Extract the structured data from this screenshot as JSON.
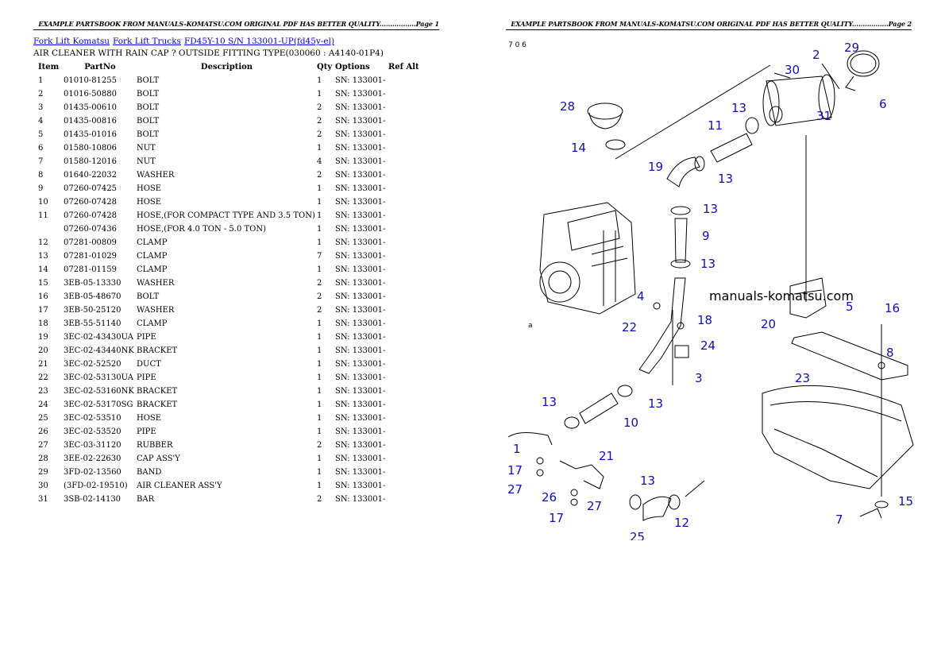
{
  "header_text": "EXAMPLE PARTSBOOK FROM MANUALS-KOMATSU.COM ORIGINAL PDF HAS BETTER QUALITY.................",
  "page1_label": "Page 1",
  "page2_label": "Page 2",
  "breadcrumb": [
    "Fork Lift Komatsu",
    "Fork Lift Trucks",
    "FD45Y-10 S/N 133001-UP(fd45y-el)"
  ],
  "subtitle": "AIR CLEANER WITH RAIN CAP ? OUTSIDE FITTING TYPE(030060 : A4140-01P4)",
  "columns": [
    "Item",
    "PartNo",
    "Description",
    "Qty",
    "Options",
    "Ref Alt"
  ],
  "rows": [
    [
      "1",
      "01010-81255",
      "BOLT",
      "1",
      "SN: 133001-",
      ""
    ],
    [
      "2",
      "01016-50880",
      "BOLT",
      "1",
      "SN: 133001-",
      ""
    ],
    [
      "3",
      "01435-00610",
      "BOLT",
      "2",
      "SN: 133001-",
      ""
    ],
    [
      "4",
      "01435-00816",
      "BOLT",
      "2",
      "SN: 133001-",
      ""
    ],
    [
      "5",
      "01435-01016",
      "BOLT",
      "2",
      "SN: 133001-",
      ""
    ],
    [
      "6",
      "01580-10806",
      "NUT",
      "1",
      "SN: 133001-",
      ""
    ],
    [
      "7",
      "01580-12016",
      "NUT",
      "4",
      "SN: 133001-",
      ""
    ],
    [
      "8",
      "01640-22032",
      "WASHER",
      "2",
      "SN: 133001-",
      ""
    ],
    [
      "9",
      "07260-07425",
      "HOSE",
      "1",
      "SN: 133001-",
      ""
    ],
    [
      "10",
      "07260-07428",
      "HOSE",
      "1",
      "SN: 133001-",
      ""
    ],
    [
      "11",
      "07260-07428",
      "HOSE,(FOR COMPACT TYPE AND 3.5 TON)",
      "1",
      "SN: 133001-",
      ""
    ],
    [
      "",
      "07260-07436",
      "HOSE,(FOR 4.0 TON - 5.0 TON)",
      "1",
      "SN: 133001-",
      ""
    ],
    [
      "12",
      "07281-00809",
      "CLAMP",
      "1",
      "SN: 133001-",
      ""
    ],
    [
      "13",
      "07281-01029",
      "CLAMP",
      "7",
      "SN: 133001-",
      ""
    ],
    [
      "14",
      "07281-01159",
      "CLAMP",
      "1",
      "SN: 133001-",
      ""
    ],
    [
      "15",
      "3EB-05-13330",
      "WASHER",
      "2",
      "SN: 133001-",
      ""
    ],
    [
      "16",
      "3EB-05-48670",
      "BOLT",
      "2",
      "SN: 133001-",
      ""
    ],
    [
      "17",
      "3EB-50-25120",
      "WASHER",
      "2",
      "SN: 133001-",
      ""
    ],
    [
      "18",
      "3EB-55-51140",
      "CLAMP",
      "1",
      "SN: 133001-",
      ""
    ],
    [
      "19",
      "3EC-02-43430UA",
      "PIPE",
      "1",
      "SN: 133001-",
      ""
    ],
    [
      "20",
      "3EC-02-43440NK",
      "BRACKET",
      "1",
      "SN: 133001-",
      ""
    ],
    [
      "21",
      "3EC-02-52520",
      "DUCT",
      "1",
      "SN: 133001-",
      ""
    ],
    [
      "22",
      "3EC-02-53130UA",
      "PIPE",
      "1",
      "SN: 133001-",
      ""
    ],
    [
      "23",
      "3EC-02-53160NK",
      "BRACKET",
      "1",
      "SN: 133001-",
      ""
    ],
    [
      "24",
      "3EC-02-53170SG",
      "BRACKET",
      "1",
      "SN: 133001-",
      ""
    ],
    [
      "25",
      "3EC-02-53510",
      "HOSE",
      "1",
      "SN: 133001-",
      ""
    ],
    [
      "26",
      "3EC-02-53520",
      "PIPE",
      "1",
      "SN: 133001-",
      ""
    ],
    [
      "27",
      "3EC-03-31120",
      "RUBBER",
      "2",
      "SN: 133001-",
      ""
    ],
    [
      "28",
      "3EE-02-22630",
      "CAP ASS'Y",
      "1",
      "SN: 133001-",
      ""
    ],
    [
      "29",
      "3FD-02-13560",
      "BAND",
      "1",
      "SN: 133001-",
      ""
    ],
    [
      "30",
      "(3FD-02-19510)",
      "AIR CLEANER ASS'Y",
      "1",
      "SN: 133001-",
      ""
    ],
    [
      "31",
      "3SB-02-14130",
      "BAR",
      "2",
      "SN: 133001-",
      ""
    ]
  ],
  "diagram": {
    "watermark": "manuals-komatsu.com",
    "figure_code": "7 0 6",
    "view_marker": "a",
    "callouts": [
      {
        "n": "29"
      },
      {
        "n": "2"
      },
      {
        "n": "30"
      },
      {
        "n": "6"
      },
      {
        "n": "31"
      },
      {
        "n": "28"
      },
      {
        "n": "13"
      },
      {
        "n": "11"
      },
      {
        "n": "14"
      },
      {
        "n": "19"
      },
      {
        "n": "13"
      },
      {
        "n": "13"
      },
      {
        "n": "9"
      },
      {
        "n": "13"
      },
      {
        "n": "4"
      },
      {
        "n": "18"
      },
      {
        "n": "22"
      },
      {
        "n": "24"
      },
      {
        "n": "3"
      },
      {
        "n": "5"
      },
      {
        "n": "16"
      },
      {
        "n": "20"
      },
      {
        "n": "8"
      },
      {
        "n": "23"
      },
      {
        "n": "13"
      },
      {
        "n": "13"
      },
      {
        "n": "10"
      },
      {
        "n": "1"
      },
      {
        "n": "21"
      },
      {
        "n": "17"
      },
      {
        "n": "27"
      },
      {
        "n": "26"
      },
      {
        "n": "27"
      },
      {
        "n": "17"
      },
      {
        "n": "13"
      },
      {
        "n": "12"
      },
      {
        "n": "25"
      },
      {
        "n": "15"
      },
      {
        "n": "7"
      }
    ]
  }
}
